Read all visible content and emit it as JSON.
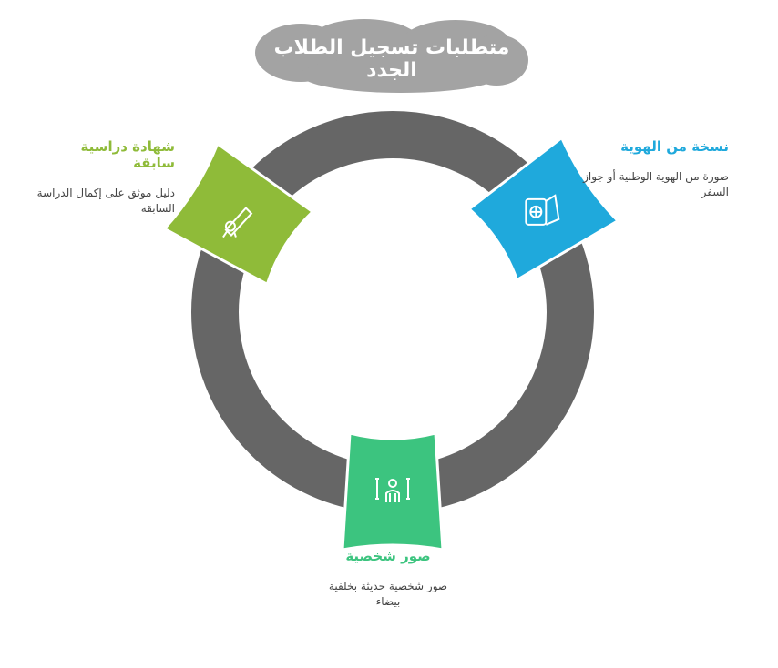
{
  "title": "متطلبات تسجيل الطلاب الجدد",
  "colors": {
    "ring": "#666666",
    "cloud": "#a3a3a3",
    "id": "#1fa9dc",
    "cert": "#8fbb39",
    "photo": "#3cc47f"
  },
  "items": [
    {
      "title": "نسخة من الهوية",
      "desc": "صورة من الهوية الوطنية أو جواز السفر",
      "icon": "passport-icon"
    },
    {
      "title": "شهادة دراسية سابقة",
      "desc": "دليل موثق على إكمال الدراسة السابقة",
      "icon": "diploma-icon"
    },
    {
      "title": "صور شخصية",
      "desc": "صور شخصية حديثة بخلفية بيضاء",
      "icon": "portrait-photo-icon"
    }
  ]
}
